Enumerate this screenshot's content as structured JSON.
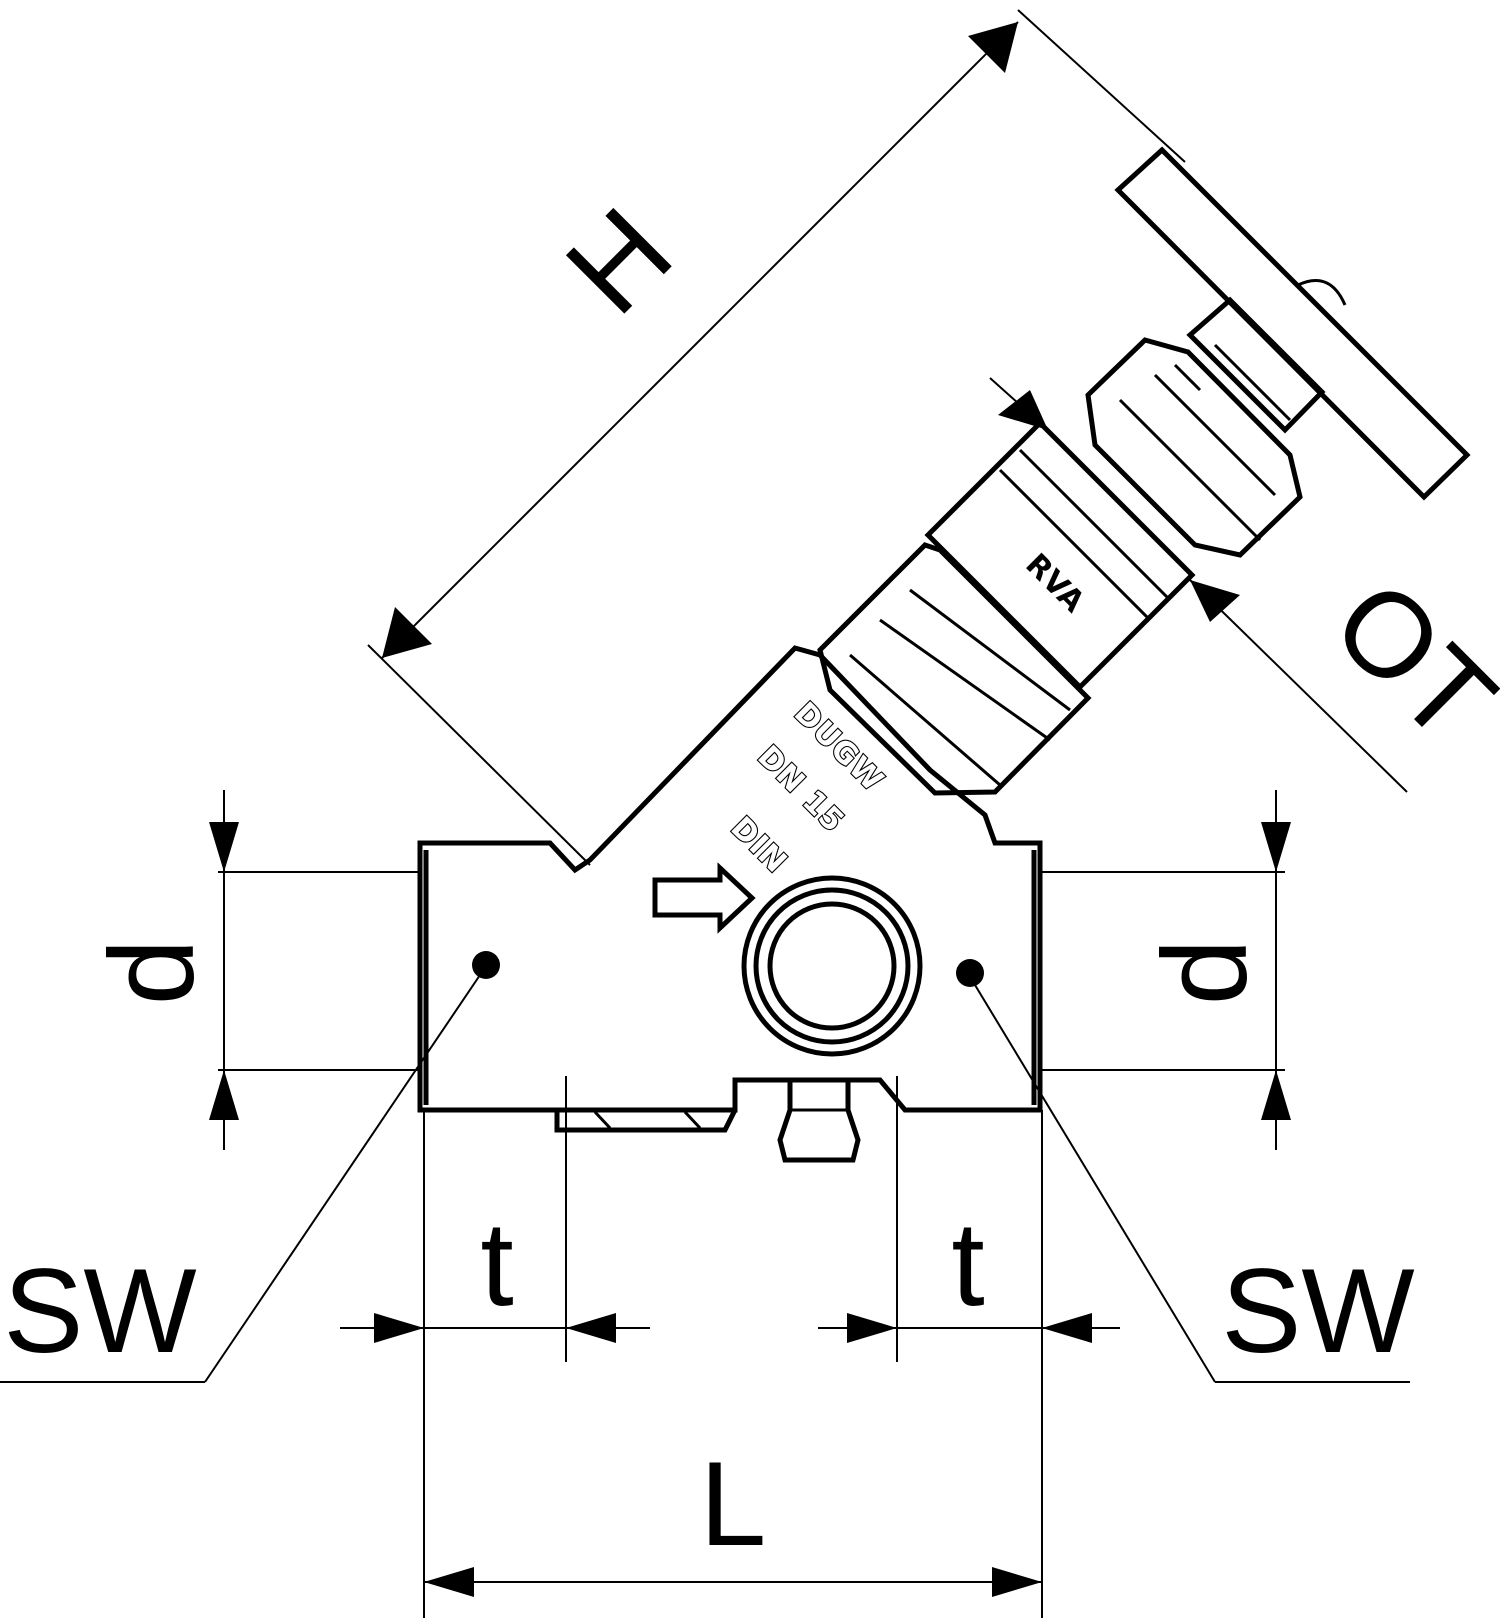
{
  "labels": {
    "height": "H",
    "outer_thread": "OT",
    "diameter_left": "d",
    "diameter_right": "d",
    "wrench_left": "SW",
    "wrench_right": "SW",
    "thread_depth_left": "t",
    "thread_depth_right": "t",
    "length": "L"
  },
  "markings": {
    "bonnet": "RVA",
    "maker": "DUGW",
    "size": "DN 15",
    "standard": "DIN"
  },
  "colors": {
    "line": "#000000",
    "background": "#ffffff"
  }
}
